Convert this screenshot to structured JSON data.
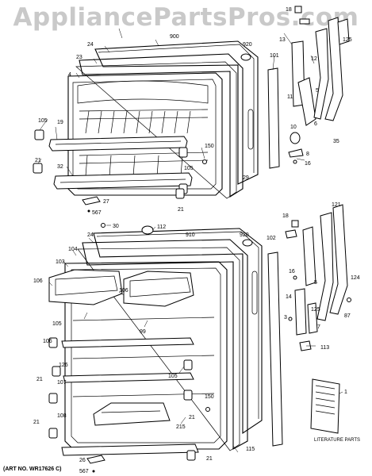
{
  "watermark": "AppliancePartsPros.com",
  "art_number": "(ART NO. WR17626 C)",
  "literature_label": "LITERATURE PARTS",
  "freezer_labels": {
    "l18": "18",
    "l900": "900",
    "l920": "920",
    "l24": "24",
    "l23": "23",
    "l4": "4",
    "l101": "101",
    "l13": "13",
    "l12": "12",
    "l125": "125",
    "l11": "11",
    "l5": "5",
    "l105a": "105",
    "l19": "19",
    "l6": "6",
    "l10": "10",
    "l35": "35",
    "l150": "150",
    "l105b": "105",
    "l29": "29",
    "l21": "21",
    "l32": "32",
    "l8": "8",
    "l16": "16",
    "l27": "27",
    "l567": "567",
    "l21b": "21"
  },
  "fresh_labels": {
    "l30": "30",
    "l112": "112",
    "l910": "910",
    "l920": "920",
    "l18": "18",
    "l121": "121",
    "l24": "24",
    "l104": "104",
    "l102": "102",
    "l103": "103",
    "l16": "16",
    "l106a": "106",
    "l106b": "106",
    "l5": "5",
    "l124": "124",
    "l14": "14",
    "l125": "125",
    "l7": "7",
    "l87": "87",
    "l105a": "105",
    "l99": "99",
    "l3": "3",
    "l113": "113",
    "l106c": "106",
    "l126": "126",
    "l105b": "105",
    "l21a": "21",
    "l107": "107",
    "l150": "150",
    "l21b": "21",
    "l108": "108",
    "l215": "215",
    "l115": "115",
    "l1": "1",
    "l21c": "21",
    "l21d": "21",
    "l26": "26",
    "l567": "567"
  }
}
